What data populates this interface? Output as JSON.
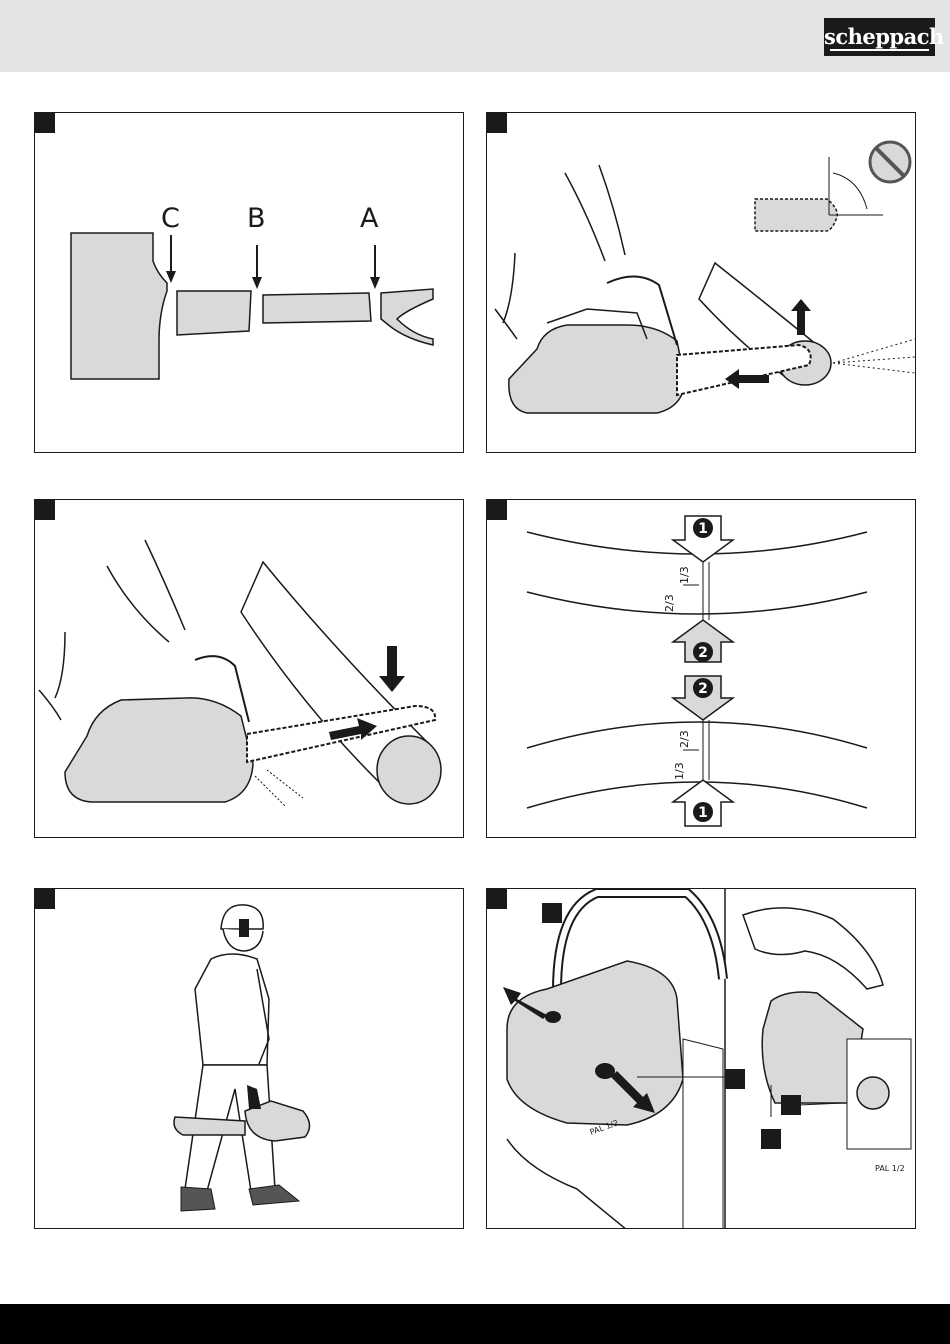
{
  "brand": {
    "logo_text": "scheppach"
  },
  "panel_a": {
    "labels": [
      "C",
      "B",
      "A"
    ]
  },
  "panel_d": {
    "top": {
      "frac_upper": "1/3",
      "frac_lower": "2/3"
    },
    "bottom": {
      "frac_upper": "2/3",
      "frac_lower": "1/3"
    },
    "steps": [
      "1",
      "2",
      "2",
      "1"
    ]
  },
  "panel_f": {
    "sign_text": "PAL 1/2"
  },
  "colors": {
    "panel_fill": "#d9d9d9",
    "ink": "#1a1a1a",
    "header_bg": "#e3e3e3",
    "footer_bg": "#000000"
  }
}
